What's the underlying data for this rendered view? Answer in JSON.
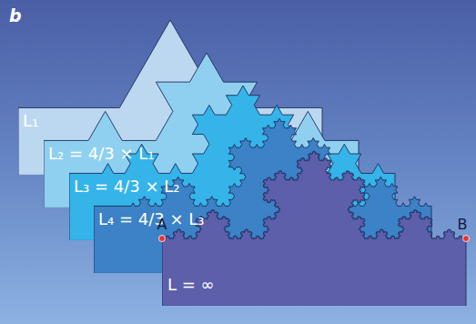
{
  "diagram": {
    "nodes": [
      {
        "text": [
          "L₁"
        ]
      },
      {
        "text": [
          "L₂ = 4/3 × L₁"
        ]
      },
      {
        "text": [
          "L₃ = 4/3 × L₂"
        ]
      },
      {
        "text": [
          "L₄ = 4/3 × L₃"
        ]
      },
      {
        "text": [
          "L = ∞"
        ]
      }
    ],
    "labels": [
      "b",
      "A",
      "B"
    ]
  }
}
